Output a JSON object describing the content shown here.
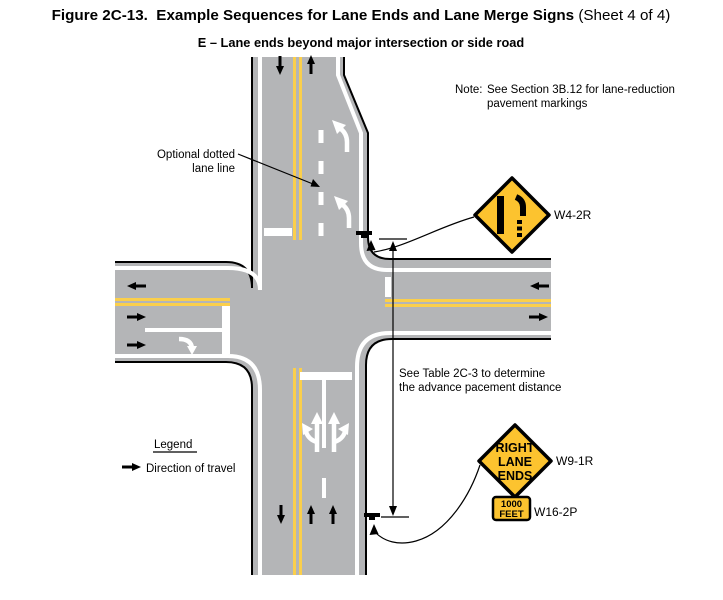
{
  "colors": {
    "road_gray": "#b4b5b7",
    "line_yellow": "#fbcf4b",
    "sign_yellow": "#fcc32f",
    "ink": "#000000",
    "marking_white": "#ffffff"
  },
  "header": {
    "figure_title": "Figure 2C-13.  Example Sequences for Lane Ends and Lane Merge Signs",
    "sheet_suffix": " (Sheet 4 of 4)",
    "subtitle": "E – Lane ends beyond major intersection or side road"
  },
  "annotations": {
    "note_label": "Note:",
    "note_line1": "See Section 3B.12 for lane-reduction",
    "note_line2": "pavement markings",
    "optional_line1": "Optional dotted",
    "optional_line2": "lane line",
    "table_line1": "See Table 2C-3 to determine",
    "table_line2": "the advance pacement distance"
  },
  "legend": {
    "title": "Legend",
    "direction_item": "Direction of travel"
  },
  "signs": {
    "w4_2r": {
      "label": "W4-2R",
      "symbol": "right-lane-merge-symbol"
    },
    "w9_1r": {
      "label": "W9-1R",
      "line1": "RIGHT",
      "line2": "LANE",
      "line3": "ENDS"
    },
    "w16_2p": {
      "label": "W16-2P",
      "line1": "1000",
      "line2": "FEET"
    }
  }
}
